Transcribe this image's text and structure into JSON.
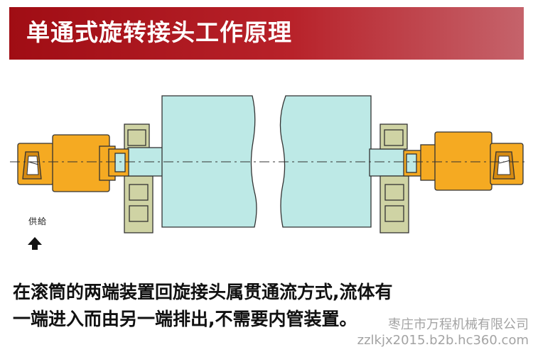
{
  "banner": {
    "title": "单通式旋转接头工作原理"
  },
  "diagram": {
    "supply_label": "供給"
  },
  "caption": {
    "line1": "在滚筒的两端装置回旋接头属贯通流方式,流体有",
    "line2": "一端进入而由另一端排出,不需要内管装置。"
  },
  "watermark": {
    "company": "枣庄市万程机械有限公司",
    "url": "zzlkjx2015.b2b.hc360.com"
  },
  "colors": {
    "banner_dark": "#a00d14",
    "banner_light": "#c5636b",
    "roll": "#bde9e6",
    "joint": "#f5aa22",
    "bearing": "#cfd3a4",
    "outline": "#333333"
  }
}
